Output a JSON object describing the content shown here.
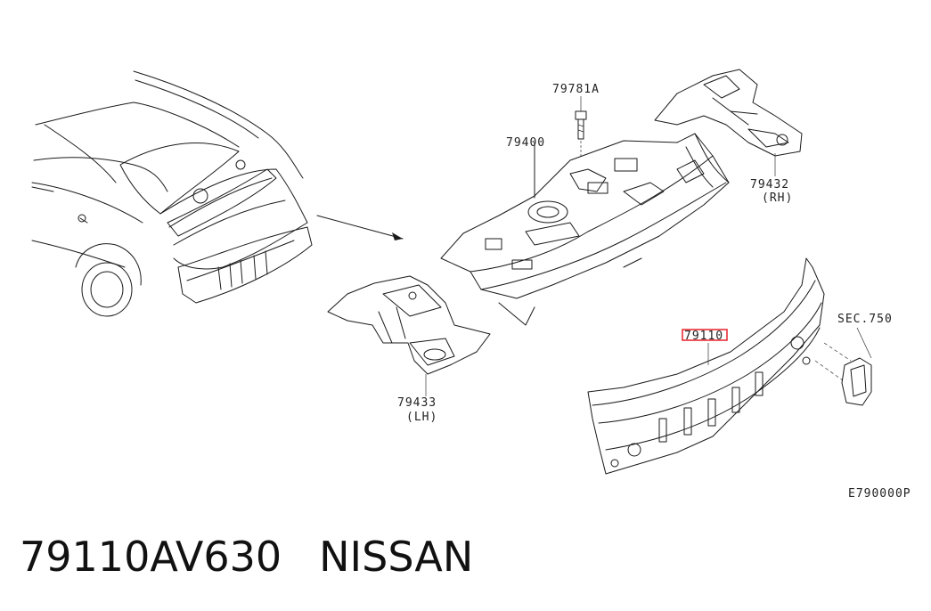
{
  "diagram": {
    "labels": {
      "bolt": "79781A",
      "parcel_shelf": "79400",
      "rh_part": "79432",
      "rh_side": "(RH)",
      "lh_part": "79433",
      "lh_side": "(LH)",
      "highlighted_part": "79110",
      "section_ref": "SEC.750",
      "diagram_code": "E790000P"
    },
    "highlight_color": "#e8212a"
  },
  "caption": {
    "part_number": "79110AV630",
    "brand": "NISSAN"
  }
}
